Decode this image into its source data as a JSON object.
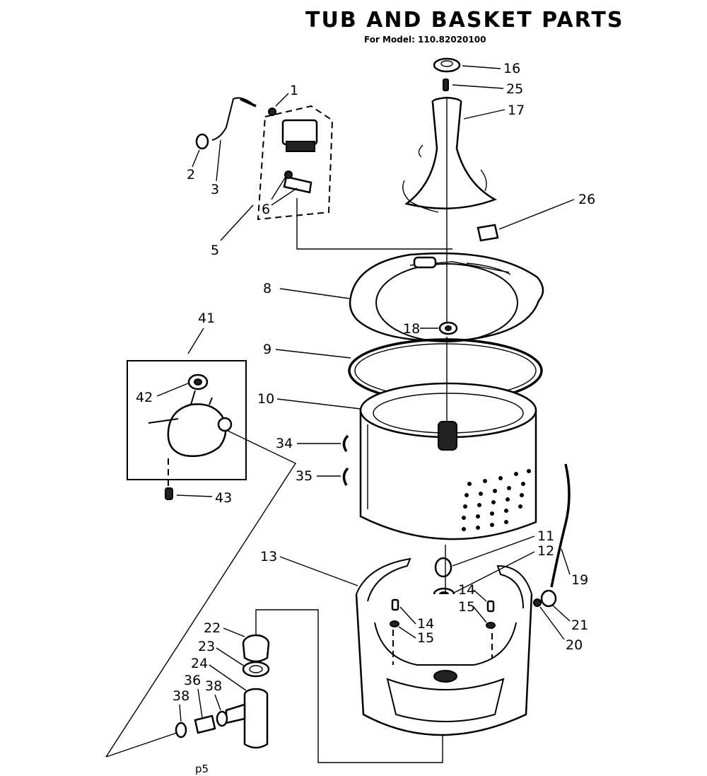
{
  "header": {
    "title": "TUB AND BASKET PARTS",
    "subtitle": "For Model: 110.82020100"
  },
  "footer_note": "p5",
  "callouts": [
    {
      "id": "c1",
      "label": "1"
    },
    {
      "id": "c2",
      "label": "2"
    },
    {
      "id": "c3",
      "label": "3"
    },
    {
      "id": "c5",
      "label": "5"
    },
    {
      "id": "c6",
      "label": "6"
    },
    {
      "id": "c8",
      "label": "8"
    },
    {
      "id": "c9",
      "label": "9"
    },
    {
      "id": "c10",
      "label": "10"
    },
    {
      "id": "c11",
      "label": "11"
    },
    {
      "id": "c12",
      "label": "12"
    },
    {
      "id": "c13",
      "label": "13"
    },
    {
      "id": "c14a",
      "label": "14"
    },
    {
      "id": "c14b",
      "label": "14"
    },
    {
      "id": "c15a",
      "label": "15"
    },
    {
      "id": "c15b",
      "label": "15"
    },
    {
      "id": "c16",
      "label": "16"
    },
    {
      "id": "c17",
      "label": "17"
    },
    {
      "id": "c18",
      "label": "18"
    },
    {
      "id": "c19",
      "label": "19"
    },
    {
      "id": "c20",
      "label": "20"
    },
    {
      "id": "c21",
      "label": "21"
    },
    {
      "id": "c22",
      "label": "22"
    },
    {
      "id": "c23",
      "label": "23"
    },
    {
      "id": "c24",
      "label": "24"
    },
    {
      "id": "c25",
      "label": "25"
    },
    {
      "id": "c26",
      "label": "26"
    },
    {
      "id": "c34",
      "label": "34"
    },
    {
      "id": "c35",
      "label": "35"
    },
    {
      "id": "c36",
      "label": "36"
    },
    {
      "id": "c38a",
      "label": "38"
    },
    {
      "id": "c38b",
      "label": "38"
    },
    {
      "id": "c41",
      "label": "41"
    },
    {
      "id": "c42",
      "label": "42"
    },
    {
      "id": "c43",
      "label": "43"
    }
  ]
}
